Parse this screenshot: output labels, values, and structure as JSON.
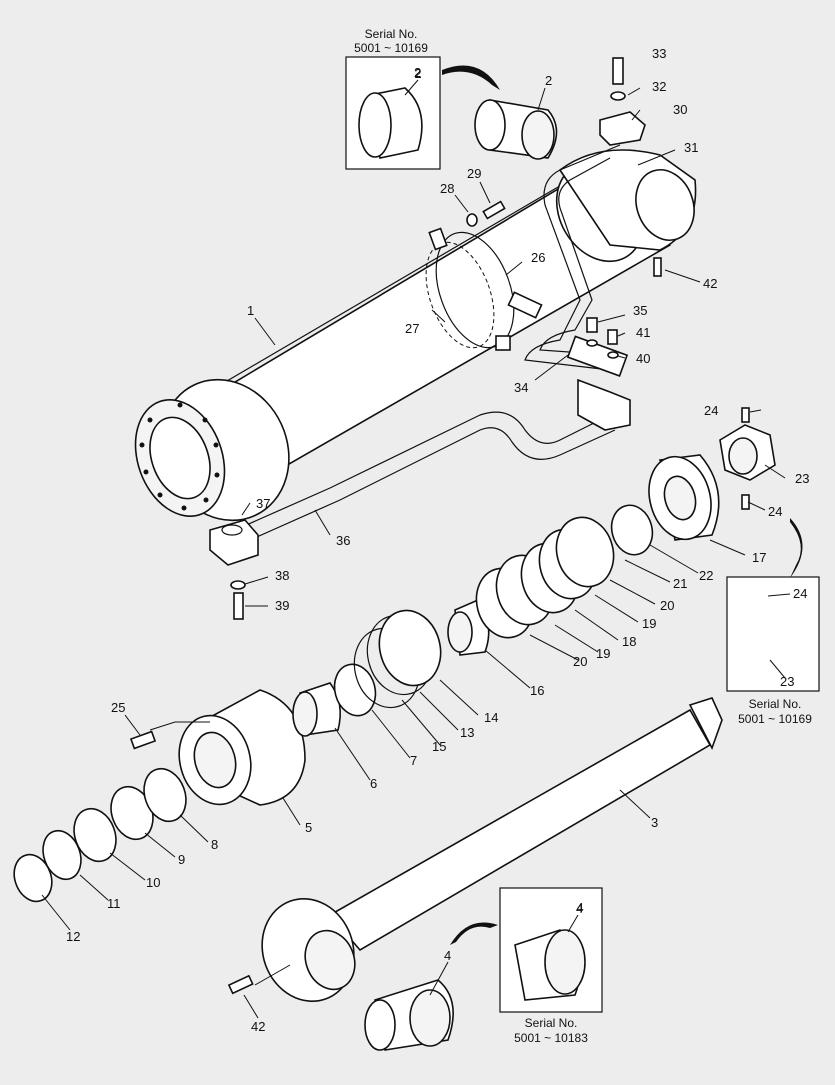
{
  "diagram": {
    "callouts": [
      {
        "id": "c33",
        "text": "33"
      },
      {
        "id": "c32",
        "text": "32"
      },
      {
        "id": "c30",
        "text": "30"
      },
      {
        "id": "c31",
        "text": "31"
      },
      {
        "id": "c2a",
        "text": "2"
      },
      {
        "id": "c2b",
        "text": "2"
      },
      {
        "id": "c28",
        "text": "28"
      },
      {
        "id": "c29",
        "text": "29"
      },
      {
        "id": "c26",
        "text": "26"
      },
      {
        "id": "c42a",
        "text": "42"
      },
      {
        "id": "c1",
        "text": "1"
      },
      {
        "id": "c27",
        "text": "27"
      },
      {
        "id": "c35",
        "text": "35"
      },
      {
        "id": "c41",
        "text": "41"
      },
      {
        "id": "c40",
        "text": "40"
      },
      {
        "id": "c34",
        "text": "34"
      },
      {
        "id": "c24a",
        "text": "24"
      },
      {
        "id": "c23a",
        "text": "23"
      },
      {
        "id": "c24b",
        "text": "24"
      },
      {
        "id": "c37",
        "text": "37"
      },
      {
        "id": "c36",
        "text": "36"
      },
      {
        "id": "c17",
        "text": "17"
      },
      {
        "id": "c22",
        "text": "22"
      },
      {
        "id": "c21",
        "text": "21"
      },
      {
        "id": "c20a",
        "text": "20"
      },
      {
        "id": "c19a",
        "text": "19"
      },
      {
        "id": "c18",
        "text": "18"
      },
      {
        "id": "c19b",
        "text": "19"
      },
      {
        "id": "c20b",
        "text": "20"
      },
      {
        "id": "c38",
        "text": "38"
      },
      {
        "id": "c39",
        "text": "39"
      },
      {
        "id": "c24c",
        "text": "24"
      },
      {
        "id": "c23b",
        "text": "23"
      },
      {
        "id": "c16",
        "text": "16"
      },
      {
        "id": "c14",
        "text": "14"
      },
      {
        "id": "c13",
        "text": "13"
      },
      {
        "id": "c15",
        "text": "15"
      },
      {
        "id": "c7",
        "text": "7"
      },
      {
        "id": "c6",
        "text": "6"
      },
      {
        "id": "c25",
        "text": "25"
      },
      {
        "id": "c5",
        "text": "5"
      },
      {
        "id": "c8",
        "text": "8"
      },
      {
        "id": "c9",
        "text": "9"
      },
      {
        "id": "c10",
        "text": "10"
      },
      {
        "id": "c11",
        "text": "11"
      },
      {
        "id": "c12",
        "text": "12"
      },
      {
        "id": "c3",
        "text": "3"
      },
      {
        "id": "c4a",
        "text": "4"
      },
      {
        "id": "c4b",
        "text": "4"
      },
      {
        "id": "c42b",
        "text": "42"
      }
    ],
    "insets": {
      "top": {
        "label": "Serial No.",
        "range": "5001 ~ 10169",
        "part": "2"
      },
      "right": {
        "label": "Serial No.",
        "range": "5001 ~ 10169"
      },
      "bottom": {
        "label": "Serial No.",
        "range": "5001 ~ 10183",
        "part": "4"
      }
    }
  }
}
